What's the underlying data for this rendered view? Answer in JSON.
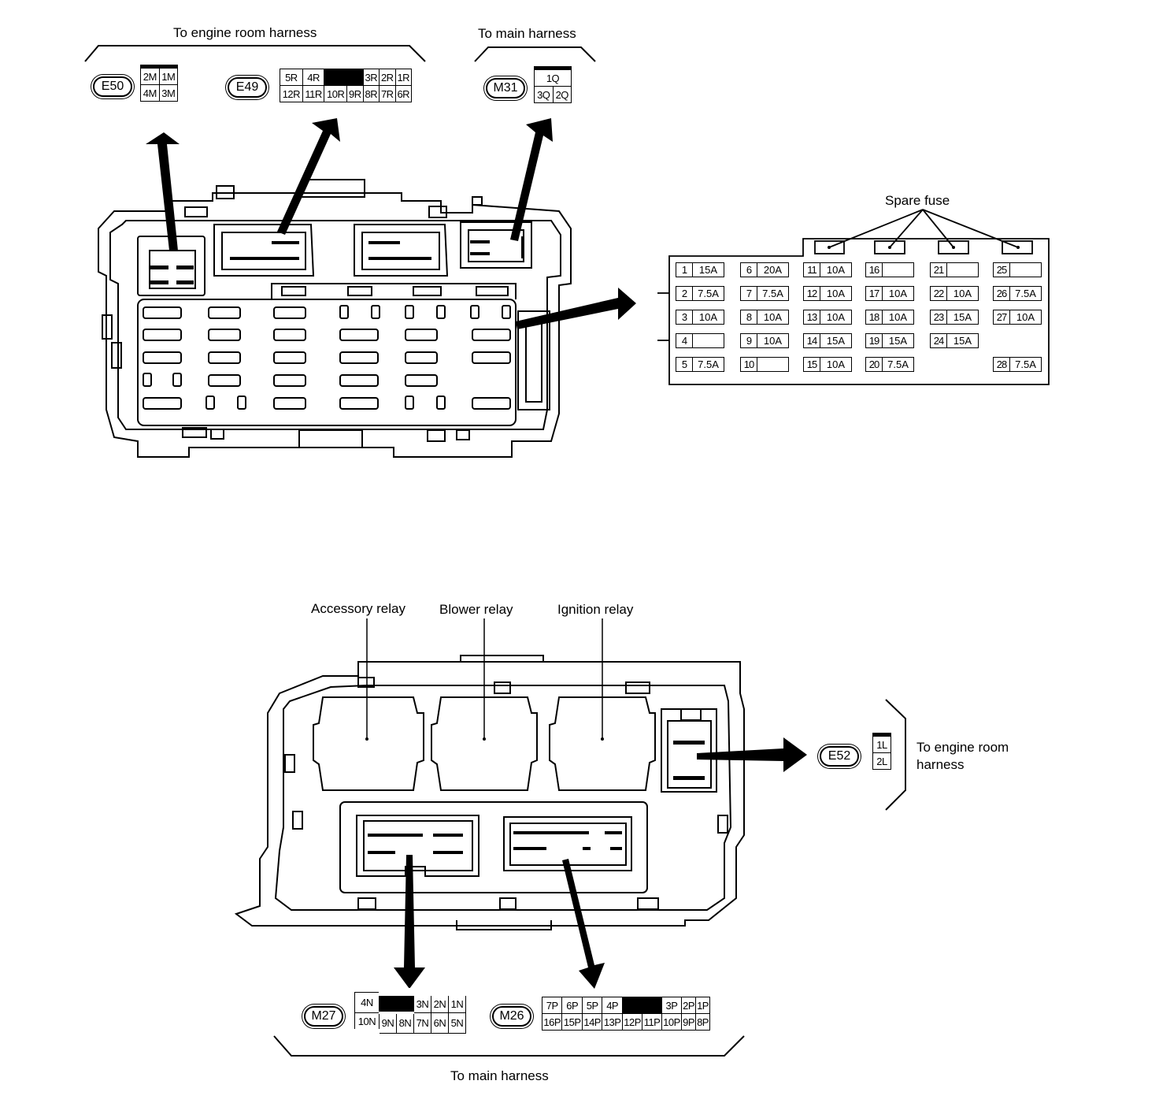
{
  "top": {
    "engine_harness_label": "To engine room harness",
    "main_harness_label": "To main harness",
    "spare_fuse_label": "Spare fuse",
    "connectors": {
      "e50": {
        "id": "E50",
        "rows": [
          [
            "2M",
            "1M"
          ],
          [
            "4M",
            "3M"
          ]
        ]
      },
      "e49": {
        "id": "E49",
        "rows": [
          [
            "5R",
            "4R",
            "",
            "3R",
            "2R",
            "1R"
          ],
          [
            "12R",
            "11R",
            "10R",
            "9R",
            "8R",
            "7R",
            "6R"
          ]
        ]
      },
      "m31": {
        "id": "M31",
        "rows": [
          [
            "1Q"
          ],
          [
            "3Q",
            "2Q"
          ]
        ]
      }
    },
    "fuses": [
      {
        "no": "1",
        "amp": "15A"
      },
      {
        "no": "6",
        "amp": "20A"
      },
      {
        "no": "11",
        "amp": "10A"
      },
      {
        "no": "16",
        "amp": ""
      },
      {
        "no": "21",
        "amp": ""
      },
      {
        "no": "25",
        "amp": ""
      },
      {
        "no": "2",
        "amp": "7.5A"
      },
      {
        "no": "7",
        "amp": "7.5A"
      },
      {
        "no": "12",
        "amp": "10A"
      },
      {
        "no": "17",
        "amp": "10A"
      },
      {
        "no": "22",
        "amp": "10A"
      },
      {
        "no": "26",
        "amp": "7.5A"
      },
      {
        "no": "3",
        "amp": "10A"
      },
      {
        "no": "8",
        "amp": "10A"
      },
      {
        "no": "13",
        "amp": "10A"
      },
      {
        "no": "18",
        "amp": "10A"
      },
      {
        "no": "23",
        "amp": "15A"
      },
      {
        "no": "27",
        "amp": "10A"
      },
      {
        "no": "4",
        "amp": ""
      },
      {
        "no": "9",
        "amp": "10A"
      },
      {
        "no": "14",
        "amp": "15A"
      },
      {
        "no": "19",
        "amp": "15A"
      },
      {
        "no": "24",
        "amp": "15A"
      },
      {
        "no": "5",
        "amp": "7.5A"
      },
      {
        "no": "10",
        "amp": ""
      },
      {
        "no": "15",
        "amp": "10A"
      },
      {
        "no": "20",
        "amp": "7.5A"
      },
      {
        "no": "28",
        "amp": "7.5A"
      }
    ]
  },
  "bottom": {
    "accessory_relay_label": "Accessory relay",
    "blower_relay_label": "Blower relay",
    "ignition_relay_label": "Ignition relay",
    "engine_harness_label_line1": "To engine room",
    "engine_harness_label_line2": "harness",
    "main_harness_label": "To main harness",
    "connectors": {
      "e52": {
        "id": "E52",
        "rows": [
          [
            "1L"
          ],
          [
            "2L"
          ]
        ]
      },
      "m27": {
        "id": "M27",
        "rows": [
          [
            "4N",
            "",
            "3N",
            "2N",
            "1N"
          ],
          [
            "10N",
            "9N",
            "8N",
            "7N",
            "6N",
            "5N"
          ]
        ]
      },
      "m26": {
        "id": "M26",
        "rows": [
          [
            "7P",
            "6P",
            "5P",
            "4P",
            "",
            "3P",
            "2P",
            "1P"
          ],
          [
            "16P",
            "15P",
            "14P",
            "13P",
            "12P",
            "11P",
            "10P",
            "9P",
            "8P"
          ]
        ]
      }
    }
  }
}
